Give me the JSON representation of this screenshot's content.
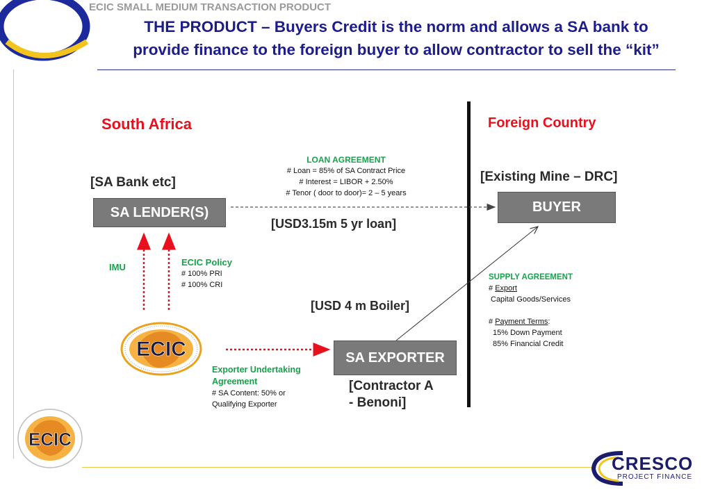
{
  "header": {
    "supertitle": "ECIC SMALL MEDIUM TRANSACTION PRODUCT",
    "title_line1": "THE PRODUCT – Buyers Credit is the norm and allows a SA bank to",
    "title_line2": "provide finance to the foreign buyer to allow contractor to sell the “kit”"
  },
  "regions": {
    "left": "South Africa",
    "right": "Foreign Country"
  },
  "lender": {
    "bracket": "[SA Bank etc]",
    "label": "SA LENDER(S)"
  },
  "buyer": {
    "bracket": "[Existing Mine – DRC]",
    "label": "BUYER"
  },
  "exporter": {
    "label": "SA EXPORTER",
    "bracket_line1": "[Contractor A",
    "bracket_line2": "- Benoni]"
  },
  "loan_agreement": {
    "title": "LOAN AGREEMENT",
    "lines": [
      "# Loan = 85% of SA Contract Price",
      "# Interest = LIBOR + 2.50%",
      "# Tenor ( door to door)= 2 –  5 years"
    ],
    "amount": "[USD3.15m 5 yr loan]"
  },
  "boiler": "[USD 4 m Boiler]",
  "imu": "IMU",
  "ecic_policy": {
    "title": "ECIC Policy",
    "lines": [
      "# 100% PRI",
      "# 100% CRI"
    ]
  },
  "exporter_undertaking": {
    "title_line1": "Exporter Undertaking",
    "title_line2": "Agreement",
    "lines": [
      "# SA Content:  50%  or",
      "Qualifying Exporter"
    ]
  },
  "supply_agreement": {
    "title": "SUPPLY AGREEMENT",
    "hash1": "# ",
    "export_label": "Export",
    "export_detail": "Capital Goods/Services",
    "hash2": "# ",
    "terms_label": "Payment Terms",
    "terms_colon": ":",
    "terms_lines": [
      "15% Down Payment",
      "85% Financial Credit"
    ]
  },
  "logos": {
    "ecic_text": "ECIC",
    "ecic_ring_text": "EXPORT CREDIT INSURANCE CORPORATION OF SOUTH AFRICA LIMITED",
    "cresco_name": "CRESCO",
    "cresco_sub": "PROJECT FINANCE"
  },
  "colors": {
    "title_blue": "#1c1c8c",
    "region_red": "#e8101c",
    "green": "#15a34a",
    "box_grey": "#7a7a7a",
    "arrow_red": "#e8101c"
  }
}
